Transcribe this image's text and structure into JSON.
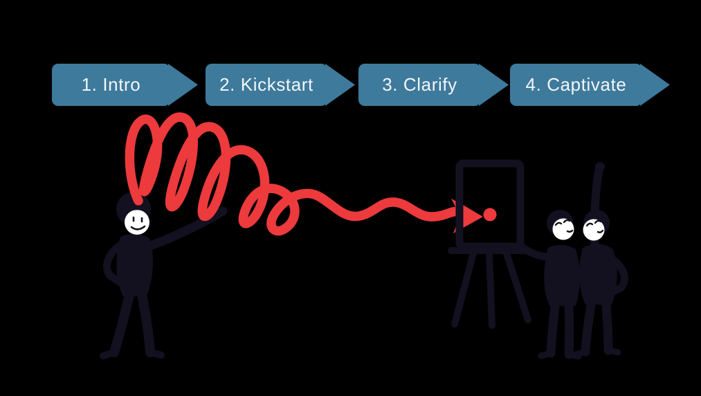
{
  "page": {
    "background": "#000000"
  },
  "steps": [
    {
      "label": "1. Intro"
    },
    {
      "label": "2. Kickstart"
    },
    {
      "label": "3. Clarify"
    },
    {
      "label": "4. Captivate"
    }
  ],
  "colors": {
    "page-bg": "#000000",
    "banner": "#3e7a9b",
    "banner-text": "#f2f6f8",
    "scribble": "#ec3a3d",
    "ink": "#131020",
    "face": "#ffffff"
  },
  "illustration": {
    "icons": [
      "presenter-figure-icon",
      "messy-scribble-arrow-icon",
      "target-dot-icon",
      "easel-board-icon",
      "audience-figures-icon"
    ]
  }
}
